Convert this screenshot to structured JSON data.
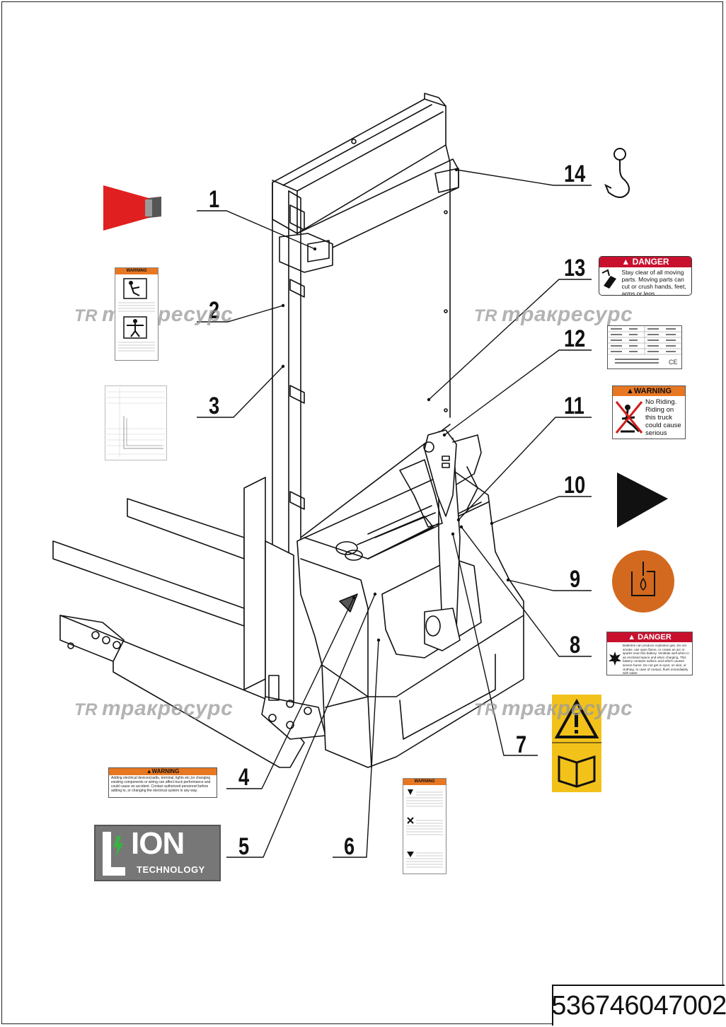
{
  "document_number": "536746047002",
  "callouts": [
    "1",
    "2",
    "3",
    "4",
    "5",
    "6",
    "7",
    "8",
    "9",
    "10",
    "11",
    "12",
    "13",
    "14"
  ],
  "watermark": {
    "logo": "TR",
    "text": "тракресурс"
  },
  "labels": {
    "danger_moving_parts": {
      "header": "DANGER",
      "text": "Stay clear of all moving parts. Moving parts can cut or crush hands, feet, arms or legs."
    },
    "warning_no_riding": {
      "header": "WARNING",
      "text": "No Riding. Riding on this truck could cause serious injury."
    },
    "danger_battery": {
      "header": "DANGER",
      "text": "Batteries can produce explosive gas. Do not smoke, use open flame, or create an arc or sparks near this battery. Ventilate well when in an enclosed space and when charging. This battery contains sulfuric acid which causes severe burns. Do not get in eyes, on skin, or clothing. In case of contact, flush immediately with water."
    },
    "warning_electrical": {
      "header": "WARNING",
      "text": "Adding electrical devices(radio, terminal, lights etc.)or changing existing components or wiring can affect truck performance and could cause an accident. Contact authorized personnel before adding to, or changing the electrical system in any way."
    },
    "warning_stand": {
      "header": "WARNING"
    },
    "warning_operate": {
      "header": "WARNING"
    },
    "lion": {
      "line1": "ION",
      "line2": "TECHNOLOGY"
    }
  },
  "colors": {
    "danger_red": "#c8102e",
    "warning_orange": "#e87722",
    "hydraulic_oil": "#d2691e",
    "caution_yellow": "#f2c21b",
    "lion_grey": "#777777",
    "lion_green": "#3cb043"
  },
  "icons": [
    "hook-icon",
    "arrow-right-icon",
    "oil-can-icon",
    "warning-triangle-icon",
    "read-manual-icon",
    "red-reflector-icon"
  ]
}
